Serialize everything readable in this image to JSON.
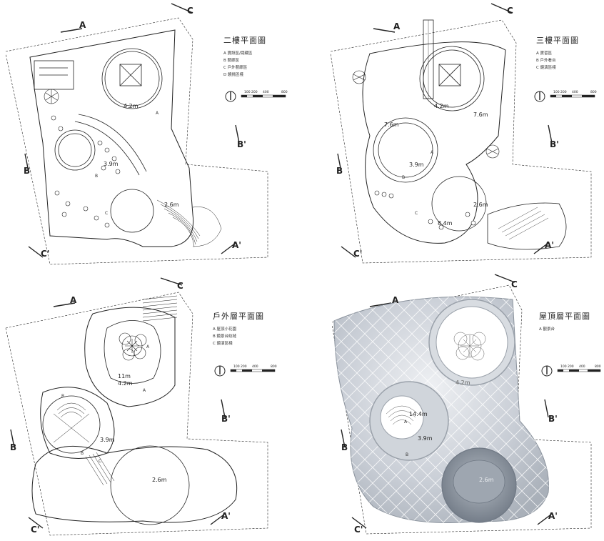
{
  "panels": [
    {
      "title": "二樓平面圖",
      "legend": [
        "A 寶設區/閱藏區",
        "B 藝廊區",
        "C 戶外藝廊區",
        "D 鏡挑區棧"
      ],
      "levels": [
        "4.2m",
        "3.9m",
        "2.6m"
      ],
      "zones": [
        "A",
        "B",
        "C"
      ],
      "markers": [
        "A",
        "A'",
        "B",
        "B'",
        "C",
        "C'"
      ],
      "scale_ticks": [
        "100",
        "200",
        "400",
        "800"
      ]
    },
    {
      "title": "三樓平面圖",
      "legend": [
        "A 寶習區",
        "B 戶外看台",
        "C 鏡演區棧"
      ],
      "levels": [
        "4.2m",
        "7.6m",
        "7.6m",
        "3.9m",
        "2.6m",
        "8.4m"
      ],
      "zones": [
        "A",
        "B",
        "C"
      ],
      "markers": [
        "A",
        "A'",
        "B",
        "B'",
        "C",
        "C'"
      ],
      "scale_ticks": [
        "100",
        "200",
        "400",
        "800"
      ]
    },
    {
      "title": "戶外層平面圖",
      "legend": [
        "A 屋頂小花園",
        "B 鏡景台紡縫",
        "C 鏡演區棧"
      ],
      "levels": [
        "11m",
        "4.2m",
        "3.9m",
        "2.6m"
      ],
      "zones": [
        "A",
        "A",
        "B",
        "B",
        "C"
      ],
      "markers": [
        "A",
        "A'",
        "B",
        "B'",
        "C",
        "C'"
      ],
      "scale_ticks": [
        "100",
        "200",
        "400",
        "800"
      ]
    },
    {
      "title": "屋頂層平面圖",
      "legend": [
        "A 觀景台"
      ],
      "levels": [
        "4.2m",
        "14.4m",
        "3.9m",
        "2.6m"
      ],
      "zones": [
        "A",
        "B"
      ],
      "markers": [
        "A",
        "A'",
        "B",
        "B'",
        "C",
        "C'"
      ],
      "scale_ticks": [
        "100",
        "200",
        "400",
        "800"
      ]
    }
  ],
  "colors": {
    "line": "#222222",
    "glass": "#c9ced6",
    "glass_dark": "#8a929c"
  }
}
